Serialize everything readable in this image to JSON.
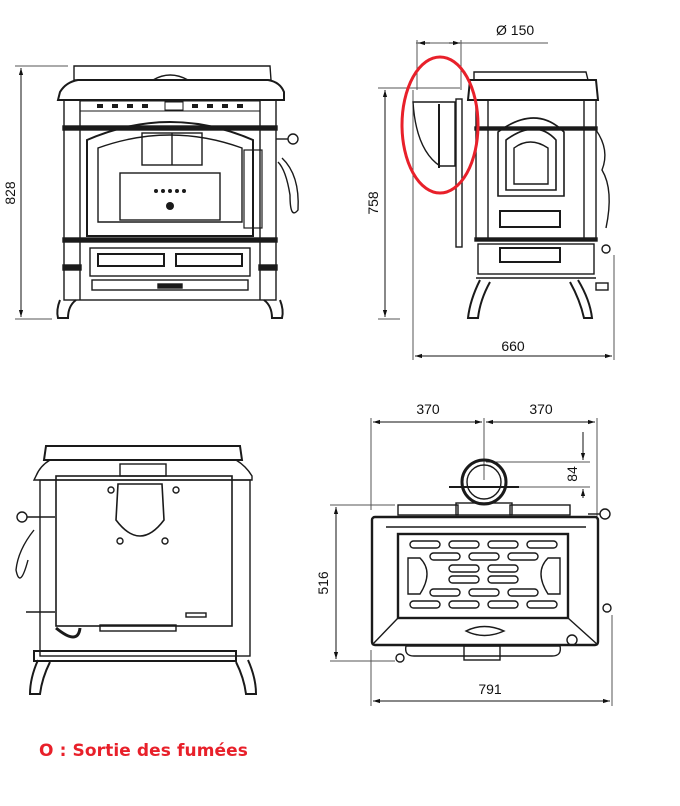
{
  "diagram": {
    "subject": "Wood stove technical drawing (4 views)",
    "views": [
      {
        "name": "front-view",
        "dimensions": {
          "height": "828"
        }
      },
      {
        "name": "side-view",
        "dimensions": {
          "flue_diameter": "Ø 150",
          "flue_height": "758",
          "depth": "660"
        },
        "highlight": "flue outlet circled in red"
      },
      {
        "name": "rear-view",
        "dimensions": {}
      },
      {
        "name": "top-view",
        "dimensions": {
          "left_half": "370",
          "right_half": "370",
          "flue_offset": "84",
          "flue_axis_height": "516",
          "width": "791"
        }
      }
    ],
    "labels": {
      "front_height": "828",
      "side_diameter": "Ø 150",
      "side_height": "758",
      "side_depth": "660",
      "top_left": "370",
      "top_right": "370",
      "top_offset": "84",
      "rear_height": "516",
      "top_width": "791"
    },
    "legend": "O : Sortie des fumées",
    "colors": {
      "line": "#1a1a1a",
      "highlight": "#e8202a",
      "legend": "#e8202a",
      "dim_line": "#555555"
    }
  }
}
